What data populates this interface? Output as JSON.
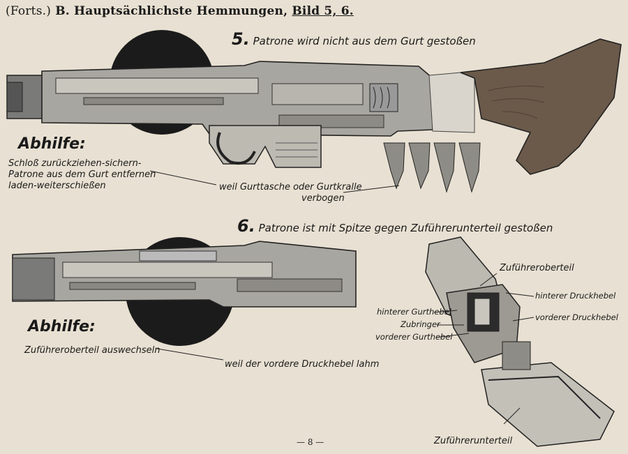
{
  "header": {
    "forts": "(Forts.)",
    "title": "B. Hauptsächlichste Hemmungen,",
    "bild": "Bild 5, 6."
  },
  "fig5": {
    "number": "5.",
    "title": "Patrone wird nicht aus dem Gurt gestoßen",
    "abhilfe": "Abhilfe:",
    "remedy": [
      "Schloß zurückziehen-sichern-",
      "Patrone aus dem Gurt entfernen",
      "laden-weiterschießen"
    ],
    "reason": [
      "weil Gurttasche oder Gurtkralle",
      "verbogen"
    ]
  },
  "fig6": {
    "number": "6.",
    "title": "Patrone ist mit Spitze gegen Zuführerunterteil gestoßen",
    "abhilfe": "Abhilfe:",
    "remedy": "Zuführeroberteil auswechseln",
    "reason": "weil der vordere Druckhebel lahm",
    "labels": {
      "zufuehreroberteil": "Zuführeroberteil",
      "hinterer_druckhebel": "hinterer Druckhebel",
      "vorderer_druckhebel": "vorderer Druckhebel",
      "hinterer_gurthebel": "hinterer Gurthebel",
      "zubringer": "Zubringer",
      "vorderer_gurthebel": "vorderer Gurthebel",
      "zufuehrerunterteil": "Zuführerunterteil"
    }
  },
  "footer": {
    "page": "— 8 —"
  }
}
